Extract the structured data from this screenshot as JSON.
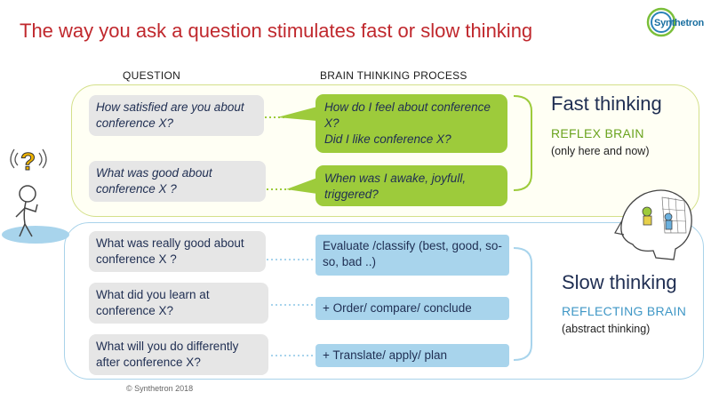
{
  "title": "The way you ask a question stimulates fast or slow thinking",
  "logo": {
    "text": "Synthetron"
  },
  "columns": {
    "question": "QUESTION",
    "process": "BRAIN THINKING PROCESS"
  },
  "fast": {
    "questions": [
      "How satisfied are you about conference X?",
      "What was good about conference X ?"
    ],
    "processes": [
      "How do I feel about conference X?\nDid I like conference X?",
      "When was I awake, joyfull, triggered?"
    ],
    "heading": "Fast thinking",
    "subheading": "REFLEX BRAIN",
    "note": "(only here and now)"
  },
  "slow": {
    "questions": [
      "What was really good about conference X ?",
      "What did you learn at conference X?",
      "What will you do differently after conference X?"
    ],
    "processes": [
      "Evaluate /classify (best, good, so-so, bad ..)",
      "+ Order/ compare/ conclude",
      "+ Translate/ apply/ plan"
    ],
    "heading": "Slow thinking",
    "subheading": "REFLECTING BRAIN",
    "note": "(abstract thinking)"
  },
  "figure": {
    "symbol": "?"
  },
  "copyright": "© Synthetron 2018",
  "colors": {
    "title": "#c0282d",
    "green": "#9dcb3b",
    "blue": "#a8d4ec",
    "navy": "#1f2e52",
    "greenText": "#6aa31e",
    "blueText": "#3f97c6"
  }
}
